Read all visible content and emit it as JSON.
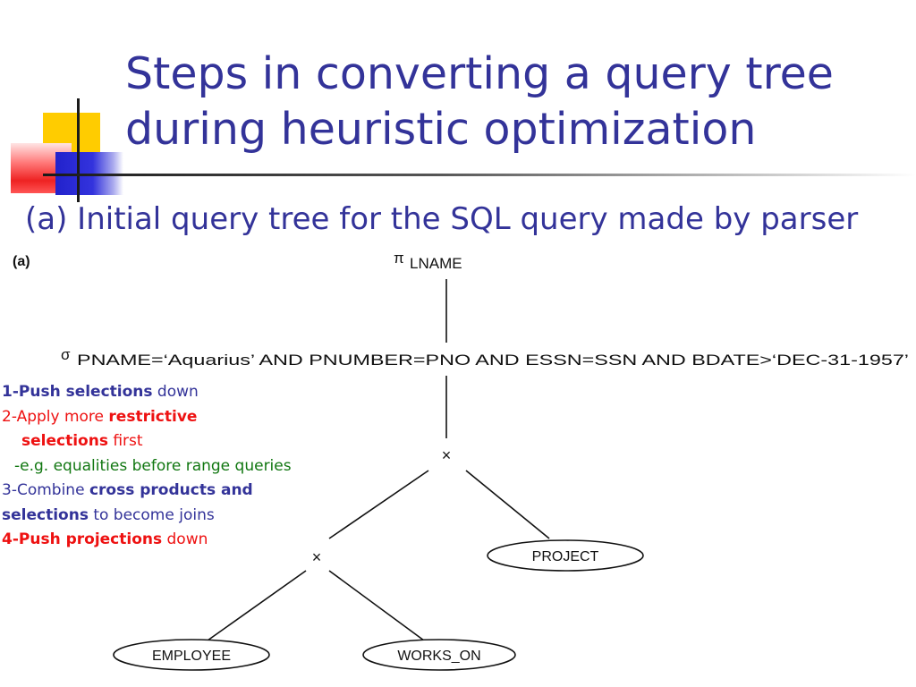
{
  "slide": {
    "title_line1": "Steps in converting a query tree",
    "title_line2": "during heuristic optimization",
    "subtitle": "(a) Initial query tree for the SQL query made by parser",
    "colors": {
      "title": "#333399",
      "blue": "#333399",
      "red": "#ee1111",
      "green": "#117711",
      "deco_yellow": "#ffcc00",
      "deco_red": "#ee2222",
      "deco_blue": "#2222cc"
    }
  },
  "figure": {
    "label": "(a)",
    "projection_symbol": "π",
    "projection_text": "LNAME",
    "selection_symbol": "σ",
    "selection_text": "PNAME=‘Aquarius’ AND PNUMBER=PNO AND ESSN=SSN AND BDATE>‘DEC-31-1957’",
    "cross_product_symbol": "×",
    "relations": {
      "project": "PROJECT",
      "employee": "EMPLOYEE",
      "works_on": "WORKS_ON"
    }
  },
  "steps": {
    "s1_bold": "1-Push selections",
    "s1_rest": " down",
    "s2_prefix": "2-Apply more ",
    "s2_bold": "restrictive",
    "s2b_bold": "selections",
    "s2b_rest": " first",
    "s2c": "-e.g. equalities before range queries",
    "s3_prefix": "3-Combine ",
    "s3_bold": "cross products and",
    "s3b_bold": "selections",
    "s3b_rest": " to become joins",
    "s4_bold": "4-Push projections",
    "s4_rest": " down"
  }
}
